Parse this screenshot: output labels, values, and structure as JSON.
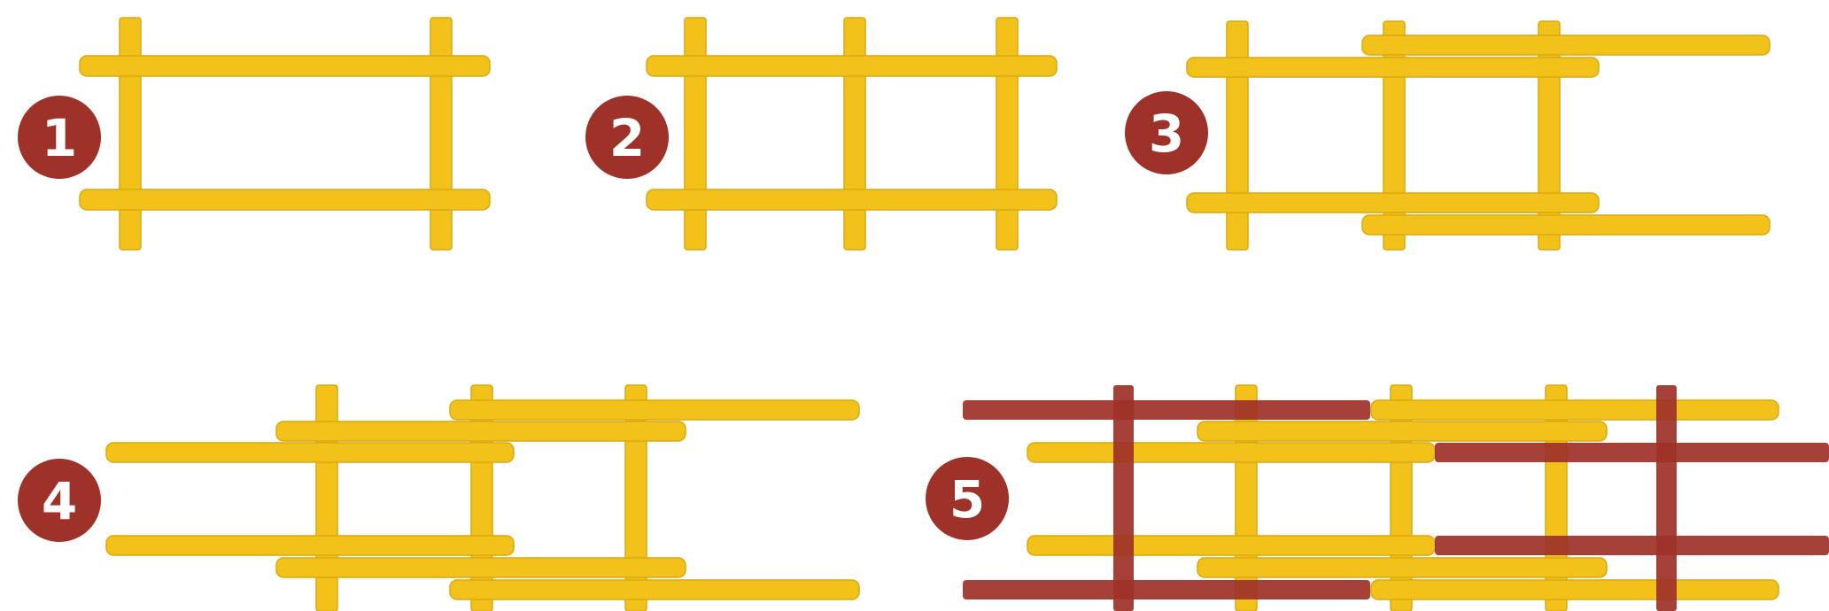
{
  "colors": {
    "bamboo": "#f2c21b",
    "bamboo_edge": "#d9a910",
    "accent": "#9e3128",
    "badge_text": "#ffffff",
    "background": "#ffffff"
  },
  "steps": [
    {
      "label": "1",
      "stick_color": "bamboo"
    },
    {
      "label": "2",
      "stick_color": "bamboo"
    },
    {
      "label": "3",
      "stick_color": "bamboo"
    },
    {
      "label": "4",
      "stick_color": "bamboo"
    },
    {
      "label": "5",
      "stick_color": "bamboo",
      "highlight_color": "accent"
    }
  ]
}
